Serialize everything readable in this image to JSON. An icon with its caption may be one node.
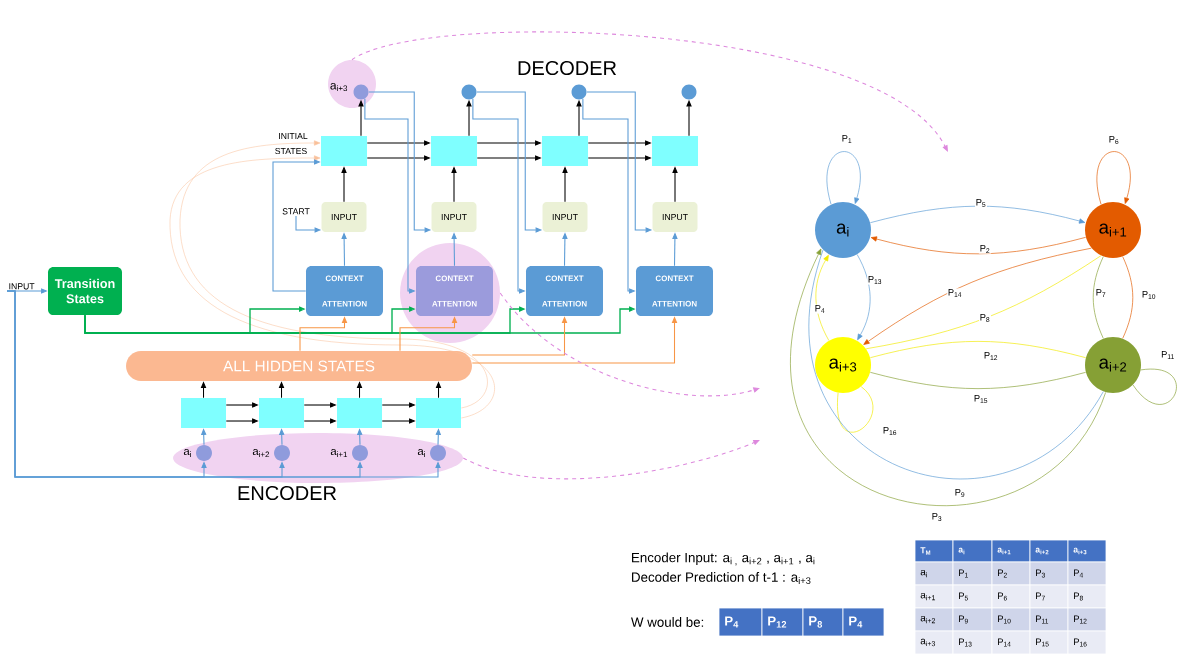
{
  "diagram": {
    "nodes": [
      {
        "text": [
          "INPUT"
        ]
      },
      {
        "text": [
          "Transition States"
        ]
      },
      {
        "text": [
          "START"
        ]
      },
      {
        "text": [
          "a$_{i+3}$"
        ]
      },
      {
        "text": [],
        "shape": "circle",
        "in": 3
      },
      {
        "text": [],
        "shape": "circle"
      },
      {
        "text": [],
        "shape": "circle"
      },
      {
        "text": [],
        "shape": "circle"
      },
      {
        "text": [],
        "shape": "box"
      },
      {
        "text": [],
        "shape": "box"
      },
      {
        "text": [],
        "shape": "box"
      },
      {
        "text": [],
        "shape": "box"
      },
      {
        "text": [
          "INPUT"
        ]
      },
      {
        "text": [
          "INPUT"
        ]
      },
      {
        "text": [
          "INPUT"
        ]
      },
      {
        "text": [
          "INPUT"
        ]
      },
      {
        "text": [],
        "shape": "circle"
      },
      {
        "text": [
          "CONTEXT ATTENTION"
        ]
      },
      {
        "text": [
          "CONTEXT ATTENTION"
        ],
        "in": 16
      },
      {
        "text": [
          "CONTEXT ATTENTION"
        ]
      },
      {
        "text": [
          "CONTEXT ATTENTION"
        ]
      },
      {
        "text": [
          "ALL HIDDEN STATES"
        ]
      },
      {
        "text": [],
        "shape": "box"
      },
      {
        "text": [],
        "shape": "box"
      },
      {
        "text": [],
        "shape": "box"
      },
      {
        "text": [],
        "shape": "box"
      },
      {
        "text": [],
        "shape": "ellipse"
      },
      {
        "text": [],
        "shape": "circle",
        "in": 26,
        "beside": [
          "a$_{i}$"
        ]
      },
      {
        "text": [],
        "shape": "circle",
        "in": 26,
        "beside": [
          "a$_{i+2}$"
        ]
      },
      {
        "text": [],
        "shape": "circle",
        "in": 26,
        "beside": [
          "a$_{i+1}$"
        ]
      },
      {
        "text": [],
        "shape": "circle",
        "in": 26,
        "beside": [
          "a$_{i}$"
        ]
      },
      {
        "text": [
          "a$_{i}$"
        ]
      },
      {
        "text": [
          "a$_{i+1}$"
        ]
      },
      {
        "text": [
          "a$_{i+3}$"
        ]
      },
      {
        "text": [
          "a$_{i+2}$"
        ]
      }
    ],
    "edges": [
      {
        "from": 0,
        "to": 1,
        "arrow": "to",
        "color": "#5b9bd5"
      },
      {
        "from": 0,
        "to": 27,
        "arrow": "to",
        "color": "#5b9bd5"
      },
      {
        "from": 0,
        "to": 28,
        "arrow": "to",
        "color": "#5b9bd5"
      },
      {
        "from": 0,
        "to": 29,
        "arrow": "to",
        "color": "#5b9bd5"
      },
      {
        "from": 0,
        "to": 30,
        "arrow": "to",
        "color": "#5b9bd5"
      },
      {
        "from": 27,
        "to": 22,
        "arrow": "to",
        "color": "#5b9bd5"
      },
      {
        "from": 28,
        "to": 23,
        "arrow": "to",
        "color": "#5b9bd5"
      },
      {
        "from": 29,
        "to": 24,
        "arrow": "to",
        "color": "#5b9bd5"
      },
      {
        "from": 30,
        "to": 25,
        "arrow": "to",
        "color": "#5b9bd5"
      },
      {
        "from": 22,
        "to": 23,
        "arrow": "to",
        "color": "#000000"
      },
      {
        "from": 22,
        "to": 23,
        "arrow": "to",
        "color": "#000000"
      },
      {
        "from": 23,
        "to": 24,
        "arrow": "to",
        "color": "#000000"
      },
      {
        "from": 23,
        "to": 24,
        "arrow": "to",
        "color": "#000000"
      },
      {
        "from": 24,
        "to": 25,
        "arrow": "to",
        "color": "#000000"
      },
      {
        "from": 24,
        "to": 25,
        "arrow": "to",
        "color": "#000000"
      },
      {
        "from": 22,
        "to": 21,
        "arrow": "to",
        "color": "#000000"
      },
      {
        "from": 23,
        "to": 21,
        "arrow": "to",
        "color": "#000000"
      },
      {
        "from": 24,
        "to": 21,
        "arrow": "to",
        "color": "#000000"
      },
      {
        "from": 25,
        "to": 21,
        "arrow": "to",
        "color": "#000000"
      },
      {
        "from": 25,
        "to": 8,
        "arrow": "to",
        "color": "#f9c09a"
      },
      {
        "from": 25,
        "to": 8,
        "arrow": "to",
        "color": "#f9c09a"
      },
      {
        "from": 1,
        "to": 17,
        "arrow": "to",
        "color": "#00b050"
      },
      {
        "from": 1,
        "to": 18,
        "arrow": "to",
        "color": "#00b050"
      },
      {
        "from": 1,
        "to": 19,
        "arrow": "to",
        "color": "#00b050"
      },
      {
        "from": 1,
        "to": 20,
        "arrow": "to",
        "color": "#00b050"
      },
      {
        "from": 21,
        "to": 17,
        "arrow": "to",
        "color": "#f79646"
      },
      {
        "from": 21,
        "to": 18,
        "arrow": "to",
        "color": "#f79646"
      },
      {
        "from": 21,
        "to": 19,
        "arrow": "to",
        "color": "#f79646"
      },
      {
        "from": 21,
        "to": 20,
        "arrow": "to",
        "color": "#f79646"
      },
      {
        "from": 17,
        "to": 12,
        "arrow": "to",
        "color": "#5b9bd5"
      },
      {
        "from": 18,
        "to": 13,
        "arrow": "to",
        "color": "#5b9bd5"
      },
      {
        "from": 19,
        "to": 14,
        "arrow": "to",
        "color": "#5b9bd5"
      },
      {
        "from": 20,
        "to": 15,
        "arrow": "to",
        "color": "#5b9bd5"
      },
      {
        "from": 17,
        "to": 8,
        "arrow": "to",
        "color": "#5b9bd5"
      },
      {
        "from": 2,
        "to": 12,
        "arrow": "to",
        "color": "#5b9bd5"
      },
      {
        "from": 12,
        "to": 8,
        "arrow": "to",
        "color": "#000000"
      },
      {
        "from": 13,
        "to": 9,
        "arrow": "to",
        "color": "#000000"
      },
      {
        "from": 14,
        "to": 10,
        "arrow": "to",
        "color": "#000000"
      },
      {
        "from": 15,
        "to": 11,
        "arrow": "to",
        "color": "#000000"
      },
      {
        "from": 8,
        "to": 4,
        "arrow": "to",
        "color": "#000000"
      },
      {
        "from": 9,
        "to": 5,
        "arrow": "to",
        "color": "#000000"
      },
      {
        "from": 10,
        "to": 6,
        "arrow": "to",
        "color": "#000000"
      },
      {
        "from": 11,
        "to": 7,
        "arrow": "to",
        "color": "#000000"
      },
      {
        "from": 8,
        "to": 9,
        "arrow": "to",
        "color": "#000000"
      },
      {
        "from": 8,
        "to": 9,
        "arrow": "to",
        "color": "#000000"
      },
      {
        "from": 9,
        "to": 10,
        "arrow": "to",
        "color": "#000000"
      },
      {
        "from": 9,
        "to": 10,
        "arrow": "to",
        "color": "#000000"
      },
      {
        "from": 10,
        "to": 11,
        "arrow": "to",
        "color": "#000000"
      },
      {
        "from": 10,
        "to": 11,
        "arrow": "to",
        "color": "#000000"
      },
      {
        "from": 4,
        "to": 13,
        "arrow": "to",
        "color": "#5b9bd5"
      },
      {
        "from": 5,
        "to": 14,
        "arrow": "to",
        "color": "#5b9bd5"
      },
      {
        "from": 6,
        "to": 15,
        "arrow": "to",
        "color": "#5b9bd5"
      },
      {
        "from": 4,
        "to": 18,
        "arrow": "to",
        "color": "#5b9bd5"
      },
      {
        "from": 5,
        "to": 19,
        "arrow": "to",
        "color": "#5b9bd5"
      },
      {
        "from": 6,
        "to": 20,
        "arrow": "to",
        "color": "#5b9bd5"
      },
      {
        "from": 3,
        "to": null,
        "arrow": "to",
        "style": "dashed",
        "color": "#dd88dd"
      },
      {
        "from": 16,
        "to": null,
        "arrow": "to",
        "style": "dashed",
        "color": "#dd88dd"
      },
      {
        "from": 26,
        "to": null,
        "arrow": "to",
        "style": "dashed",
        "color": "#dd88dd"
      },
      {
        "from": 31,
        "to": 31,
        "label": "P$_{1}$",
        "arrow": "to",
        "color": "#5b9bd5"
      },
      {
        "from": 32,
        "to": 32,
        "label": "P$_{6}$",
        "arrow": "to",
        "color": "#e35b00"
      },
      {
        "from": 31,
        "to": 32,
        "label": "P$_{5}$",
        "arrow": "to",
        "color": "#5b9bd5"
      },
      {
        "from": 32,
        "to": 31,
        "label": "P$_{2}$",
        "arrow": "to",
        "color": "#e35b00"
      },
      {
        "from": 31,
        "to": 33,
        "label": "P$_{13}$",
        "arrow": "to",
        "color": "#5b9bd5"
      },
      {
        "from": 33,
        "to": 31,
        "label": "P$_{4}$",
        "arrow": "to",
        "color": "#f2ea00"
      },
      {
        "from": 32,
        "to": 33,
        "label": "P$_{14}$",
        "arrow": "to",
        "color": "#e35b00"
      },
      {
        "from": 33,
        "to": 32,
        "label": "P$_{8}$",
        "arrow": "none",
        "color": "#f2ea00"
      },
      {
        "from": 34,
        "to": 32,
        "label": "P$_{7}$",
        "arrow": "none",
        "color": "#86a035"
      },
      {
        "from": 32,
        "to": 34,
        "label": "P$_{10}$",
        "arrow": "none",
        "color": "#e35b00"
      },
      {
        "from": 33,
        "to": 34,
        "label": "P$_{12}$",
        "arrow": "none",
        "color": "#f2ea00"
      },
      {
        "from": 34,
        "to": 33,
        "label": "P$_{15}$",
        "arrow": "none",
        "color": "#86a035"
      },
      {
        "from": 34,
        "to": 34,
        "label": "P$_{11}$",
        "arrow": "none",
        "color": "#86a035"
      },
      {
        "from": 33,
        "to": 33,
        "label": "P$_{16}$",
        "arrow": "none",
        "color": "#f2ea00"
      },
      {
        "from": 31,
        "to": 34,
        "label": "P$_{9}$",
        "arrow": "none",
        "color": "#5b9bd5"
      },
      {
        "from": 34,
        "to": 31,
        "label": "P$_{3}$",
        "arrow": "to",
        "color": "#86a035"
      }
    ],
    "labels": [
      "DECODER",
      "INITIAL",
      "STATES",
      "ENCODER",
      "Encoder Input: a$_{i ,}$ a$_{i+2}$ , a$_{i+1}$ , a$_{i}$",
      "Decoder Prediction of t-1 : a$_{i+3}$",
      "W would be:",
      "P$_{4}$",
      "P$_{12}$",
      "P$_{8}$",
      "P$_{4}$",
      "T$_{M}$",
      "a$_{i}$",
      "a$_{i+1}$",
      "a$_{i+2}$",
      "a$_{i+3}$",
      "a$_{i}$",
      "P$_{1}$",
      "P$_{2}$",
      "P$_{3}$",
      "P$_{4}$",
      "a$_{i+1}$",
      "P$_{5}$",
      "P$_{6}$",
      "P$_{7}$",
      "P$_{8}$",
      "a$_{i+2}$",
      "P$_{9}$",
      "P$_{10}$",
      "P$_{11}$",
      "P$_{12}$",
      "a$_{i+3}$",
      "P$_{13}$",
      "P$_{14}$",
      "P$_{15}$",
      "P$_{16}$"
    ]
  }
}
